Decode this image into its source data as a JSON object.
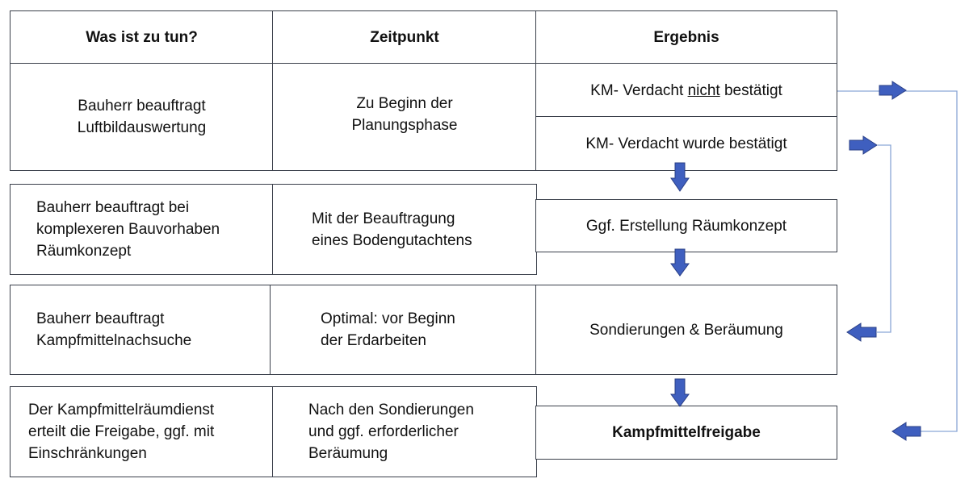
{
  "header": {
    "col1": "Was ist zu tun?",
    "col2": "Zeitpunkt",
    "col3": "Ergebnis"
  },
  "rows": [
    {
      "todo": [
        "Bauherr beauftragt",
        "Luftbildauswertung"
      ],
      "when": [
        "Zu Beginn der",
        "Planungsphase"
      ],
      "result_a": {
        "prefix": "KM- Verdacht ",
        "underlined": "nicht",
        "suffix": " bestätigt"
      },
      "result_b": "KM- Verdacht wurde bestätigt"
    },
    {
      "todo": [
        "Bauherr beauftragt bei",
        "komplexeren Bauvorhaben",
        "Räumkonzept"
      ],
      "when": [
        "Mit der Beauftragung",
        "eines Bodengutachtens"
      ],
      "result": "Ggf. Erstellung Räumkonzept"
    },
    {
      "todo": [
        "Bauherr beauftragt",
        "Kampfmittelnachsuche"
      ],
      "when": [
        "Optimal: vor Beginn",
        "der Erdarbeiten"
      ],
      "result": "Sondierungen & Beräumung"
    },
    {
      "todo": [
        "Der Kampfmittelräumdienst",
        "erteilt die Freigabe, ggf. mit",
        "Einschränkungen"
      ],
      "when": [
        "Nach den Sondierungen",
        "und ggf. erforderlicher",
        "Beräumung"
      ],
      "result": "Kampfmittelfreigabe"
    }
  ],
  "colors": {
    "arrow_fill": "#3f5fbf",
    "arrow_stroke": "#2a3f86",
    "connector": "#8aa6d6",
    "border": "#3a3f4a"
  }
}
